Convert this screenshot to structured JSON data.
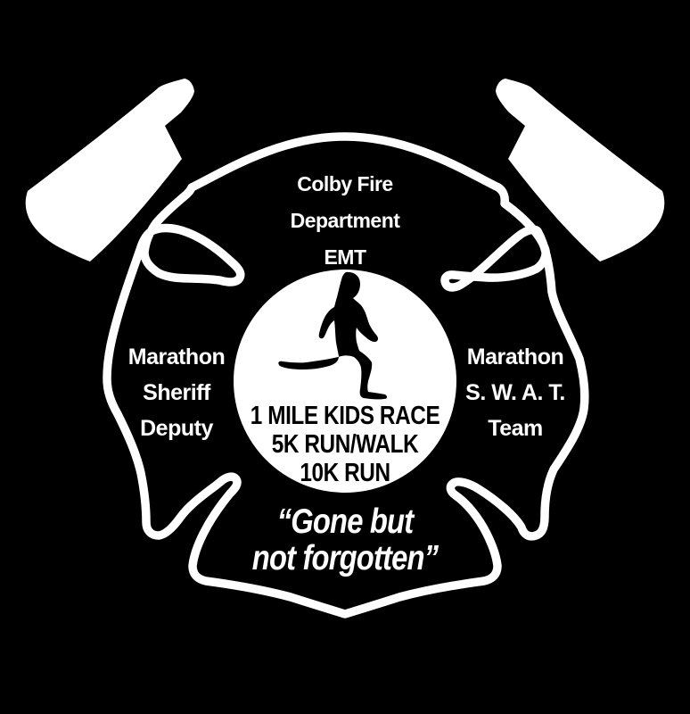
{
  "background_color": "#000000",
  "foreground_color": "#ffffff",
  "emblem": {
    "top_label": {
      "line1": "Colby Fire",
      "line2": "Department",
      "line3": "EMT"
    },
    "left_label": {
      "line1": "Marathon",
      "line2": "Sheriff",
      "line3": "Deputy"
    },
    "right_label": {
      "line1": "Marathon",
      "line2": "S. W. A. T.",
      "line3": "Team"
    },
    "center_label": {
      "line1": "1 MILE KIDS RACE",
      "line2": "5K RUN/WALK",
      "line3": "10K RUN"
    },
    "motto": {
      "line1": "“Gone but",
      "line2": "not forgotten”"
    },
    "icons": {
      "left_axe": "fire-axe",
      "right_axe": "fire-axe",
      "cross": "maltese-cross",
      "runner": "running-man"
    }
  }
}
